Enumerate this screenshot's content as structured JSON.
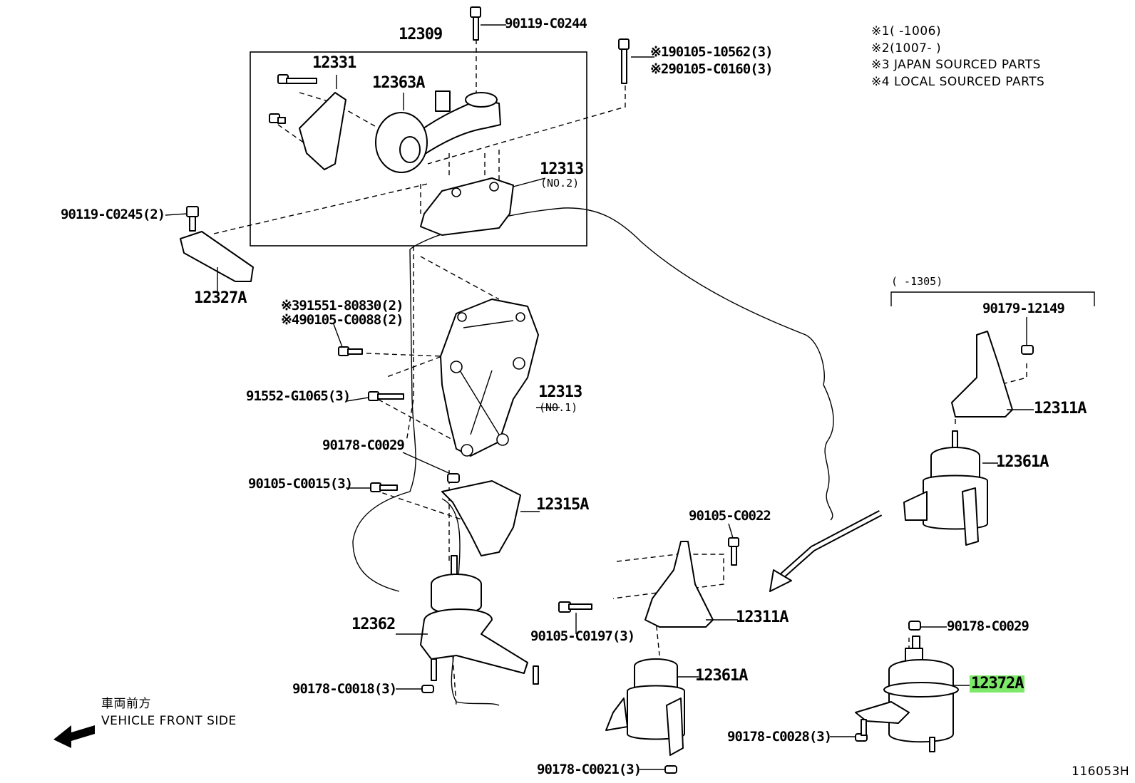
{
  "notes": [
    {
      "mark": "※1",
      "text": "(       -1006)"
    },
    {
      "mark": "※2",
      "text": "(1007-       )"
    },
    {
      "mark": "※3",
      "text": "JAPAN SOURCED PARTS"
    },
    {
      "mark": "※4",
      "text": "LOCAL SOURCED PARTS"
    }
  ],
  "bracket_range": "(       -1305)",
  "front_side": {
    "jp": "車両前方",
    "en": "VEHICLE FRONT SIDE"
  },
  "diagram_code": "116053H",
  "highlight_color": "#7ee86b",
  "labels": {
    "p12309": "12309",
    "p90119_c0244": "90119-C0244",
    "p12331": "12331",
    "p12363a": "12363A",
    "p90105_10562": "※190105-10562(3)",
    "p90105_c0160": "※290105-C0160(3)",
    "p12313_no2": "12313",
    "p12313_no2_sub": "(NO.2)",
    "p90119_c0245": "90119-C0245(2)",
    "p12327a": "12327A",
    "p91551_80830": "※391551-80830(2)",
    "p90105_c0088": "※490105-C0088(2)",
    "p91552_g1065": "91552-G1065(3)",
    "p12313_no1": "12313",
    "p12313_no1_sub": "(NO.1)",
    "p90178_c0029_left": "90178-C0029",
    "p90105_c0015": "90105-C0015(3)",
    "p12315a": "12315A",
    "p12362": "12362",
    "p90178_c0018": "90178-C0018(3)",
    "p90105_c0022": "90105-C0022",
    "p12311a_mid": "12311A",
    "p90105_c0197": "90105-C0197(3)",
    "p12361a_mid": "12361A",
    "p90178_c0021": "90178-C0021(3)",
    "p90179_12149": "90179-12149",
    "p12311a_right": "12311A",
    "p12361a_right": "12361A",
    "p90178_c0029_right": "90178-C0029",
    "p12372a": "12372A",
    "p90178_c0028": "90178-C0028(3)"
  }
}
